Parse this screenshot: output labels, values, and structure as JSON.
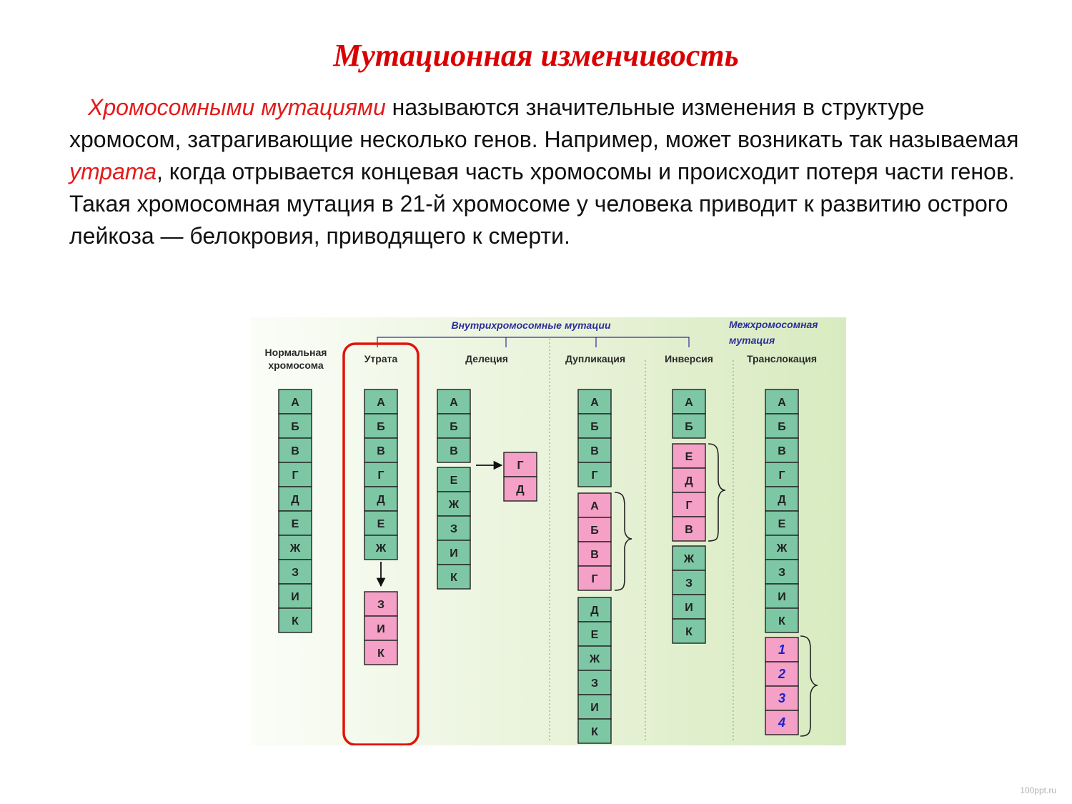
{
  "page": {
    "title": "Мутационная изменчивость",
    "paragraph": {
      "term": "Хромосомными мутациями",
      "text1": " называются значительные изменения в структуре хромосом, затрагивающие несколько генов. Например, может возникать так называемая ",
      "term2": "утрата",
      "text2": ", когда отрывается концевая часть хромосомы и происходит потеря части генов. Такая хромосомная мутация в 21-й хромосоме у человека приводит к развитию острого лейкоза — белокровия, приводящего к смерти."
    },
    "footer": "100ppt.ru"
  },
  "diagram": {
    "group_intra": "Внутрихромосомные мутации",
    "group_inter_line1": "Межхромосомная",
    "group_inter_line2": "мутация",
    "columns": [
      {
        "id": "normal",
        "label_line1": "Нормальная",
        "label_line2": "хромосома"
      },
      {
        "id": "loss",
        "label_line1": "Утрата",
        "label_line2": ""
      },
      {
        "id": "deletion",
        "label_line1": "Делеция",
        "label_line2": ""
      },
      {
        "id": "duplication",
        "label_line1": "Дупликация",
        "label_line2": ""
      },
      {
        "id": "inversion",
        "label_line1": "Инверсия",
        "label_line2": ""
      },
      {
        "id": "translocation",
        "label_line1": "Транслокация",
        "label_line2": ""
      }
    ],
    "normal": [
      "А",
      "Б",
      "В",
      "Г",
      "Д",
      "Е",
      "Ж",
      "З",
      "И",
      "К"
    ],
    "loss": {
      "top": [
        "А",
        "Б",
        "В",
        "Г",
        "Д",
        "Е",
        "Ж"
      ],
      "lost": [
        "З",
        "И",
        "К"
      ]
    },
    "deletion": {
      "top": [
        "А",
        "Б",
        "В"
      ],
      "bottom": [
        "Е",
        "Ж",
        "З",
        "И",
        "К"
      ],
      "removed": [
        "Г",
        "Д"
      ]
    },
    "duplication": {
      "top": [
        "А",
        "Б",
        "В",
        "Г"
      ],
      "dup": [
        "А",
        "Б",
        "В",
        "Г"
      ],
      "bottom": [
        "Д",
        "Е",
        "Ж",
        "З",
        "И",
        "К"
      ]
    },
    "inversion": {
      "top": [
        "А",
        "Б"
      ],
      "inverted": [
        "Е",
        "Д",
        "Г",
        "В"
      ],
      "bottom": [
        "Ж",
        "З",
        "И",
        "К"
      ]
    },
    "translocation": {
      "top": [
        "А",
        "Б",
        "В",
        "Г",
        "Д",
        "Е",
        "Ж",
        "З",
        "И",
        "К"
      ],
      "added": [
        "1",
        "2",
        "3",
        "4"
      ]
    }
  }
}
